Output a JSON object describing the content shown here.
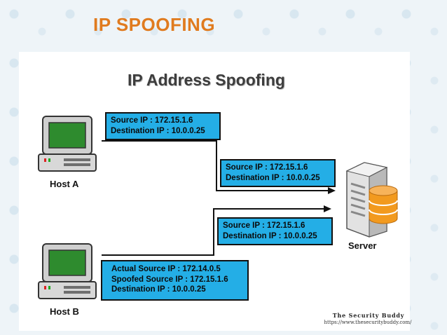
{
  "slide": {
    "title": "IP SPOOFING"
  },
  "diagram": {
    "title": "IP Address Spoofing",
    "hosts": {
      "host_a": "Host A",
      "host_b": "Host B",
      "server": "Server"
    },
    "box_a1": [
      "Source IP : 172.15.1.6",
      "Destination IP : 10.0.0.25"
    ],
    "box_a2": [
      "Source IP : 172.15.1.6",
      "Destination IP : 10.0.0.25"
    ],
    "box_b2": [
      "Source IP : 172.15.1.6",
      "Destination IP : 10.0.0.25"
    ],
    "box_b1": [
      "Actual Source IP : 172.14.0.5",
      "Spoofed Source IP : 172.15.1.6",
      "Destination IP : 10.0.0.25"
    ],
    "credit": {
      "name": "The Security Buddy",
      "url": "https://www.thesecuritybuddy.com/"
    }
  },
  "colors": {
    "title_orange": "#e07b1f",
    "box_blue": "#24aee6",
    "monitor_green": "#2e8b2e",
    "database_orange": "#f29a1f"
  }
}
